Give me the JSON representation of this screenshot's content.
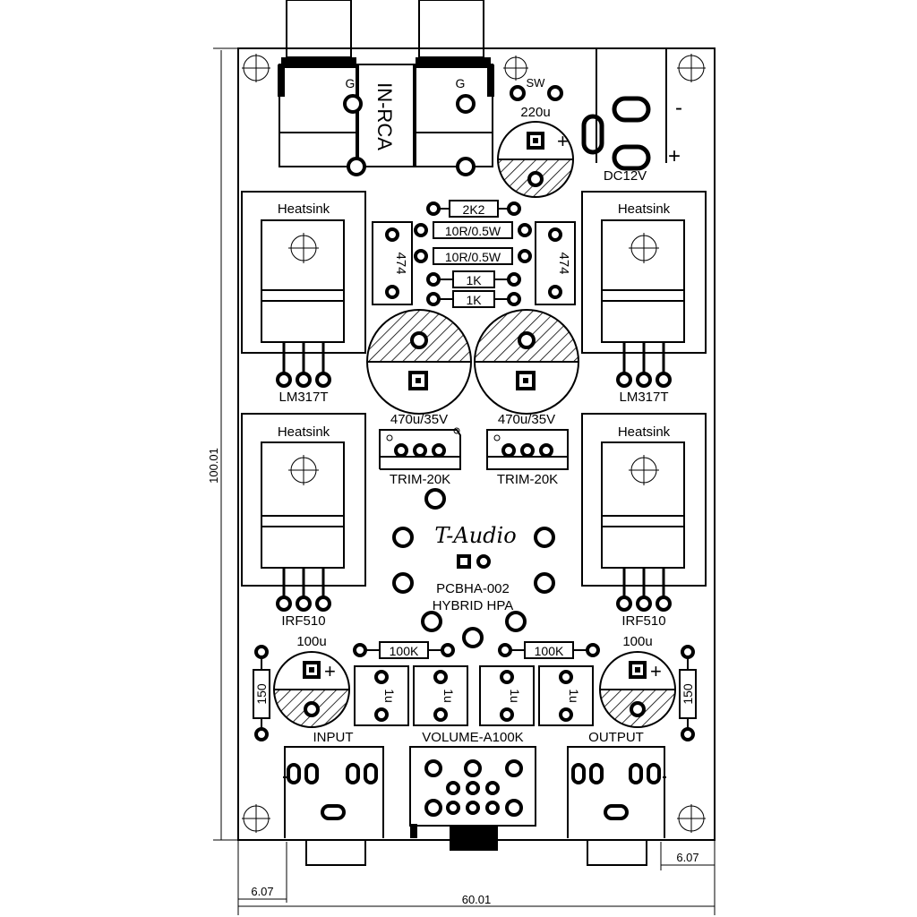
{
  "board": {
    "logo": "T-Audio",
    "model": "PCBHA-002",
    "name": "HYBRID HPA"
  },
  "dimensions": {
    "height": "100.01",
    "width": "60.01",
    "left_offset": "6.07",
    "right_offset": "6.07"
  },
  "top": {
    "rca_label": "IN-RCA",
    "rca_ground_left": "G",
    "rca_ground_right": "G",
    "switch": "SW",
    "cap_top": "220u",
    "dc_label": "DC12V",
    "dc_minus": "-",
    "dc_plus": "+"
  },
  "resistors": {
    "r1": "2K2",
    "r2": "10R/0.5W",
    "r3": "10R/0.5W",
    "r4": "1K",
    "r5": "1K",
    "r_in_left": "100K",
    "r_in_right": "100K",
    "r_side_left": "150",
    "r_side_right": "150"
  },
  "film_caps": {
    "left": "474",
    "right": "474",
    "c1": "1u",
    "c2": "1u",
    "c3": "1u",
    "c4": "1u"
  },
  "heatsinks": {
    "label": "Heatsink",
    "reg_left": "LM317T",
    "reg_right": "LM317T",
    "fet_left": "IRF510",
    "fet_right": "IRF510"
  },
  "caps": {
    "main_left": "470u/35V",
    "main_right": "470u/35V",
    "out_left": "100u",
    "out_right": "100u"
  },
  "trims": {
    "left": "TRIM-20K",
    "right": "TRIM-20K"
  },
  "connectors": {
    "input": "INPUT",
    "volume": "VOLUME-A100K",
    "output": "OUTPUT"
  }
}
